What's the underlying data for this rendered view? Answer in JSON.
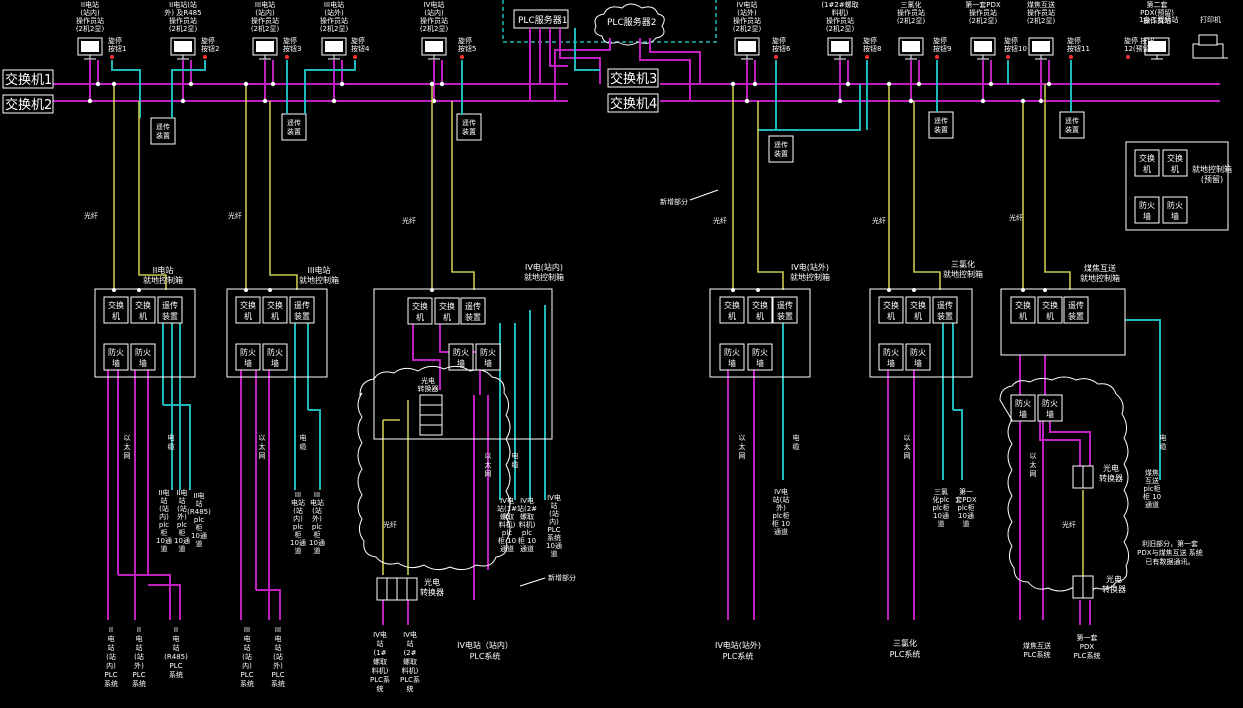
{
  "colors": {
    "background": "#000000",
    "ethernet": "#c020c0",
    "cable": "#20b8b8",
    "fiber": "#c8c850",
    "device": "#ffffff"
  },
  "switches": {
    "s1": "交换机1",
    "s2": "交换机2",
    "s3": "交换机3",
    "s4": "交换机4"
  },
  "servers": {
    "plc1": "PLC服务器1",
    "plc2": "PLC服务器2"
  },
  "stations": {
    "st1": [
      "II电站",
      "(站内)",
      "操作员站",
      "(2机2显)"
    ],
    "st2": [
      "II电站(站",
      "外) 及R485",
      "操作员站",
      "(2机2显)"
    ],
    "st3": [
      "III电站",
      "(站内)",
      "操作员站",
      "(2机2显)"
    ],
    "st4": [
      "III电站",
      "(站外)",
      "操作员站",
      "(2机2显)"
    ],
    "st5": [
      "IV电站",
      "(站内)",
      "操作员站",
      "(2机2显)"
    ],
    "st6": [
      "IV电站",
      "(站外)",
      "操作员站",
      "(2机2显)"
    ],
    "st7": [
      "(1#2#螺取",
      "料机)",
      "操作员站",
      "(2机2显)"
    ],
    "st8": [
      "三氯化",
      "操作员站",
      "(2机2显)"
    ],
    "st9": [
      "第一套PDX",
      "操作员站",
      "(2机2显)"
    ],
    "st10": [
      "煤焦互送",
      "操作员站",
      "(2机2显)"
    ],
    "st11": [
      "第二套",
      "PDX(预留)",
      "操作员站"
    ],
    "eng": "1台工程师站",
    "printer": "打印机"
  },
  "sync_buttons": {
    "b1": [
      "旋停",
      "按钮1"
    ],
    "b2": [
      "旋停",
      "按钮2"
    ],
    "b3": [
      "旋停",
      "按钮3"
    ],
    "b4": [
      "旋停",
      "按钮4"
    ],
    "b5": [
      "旋停",
      "按钮5"
    ],
    "b6": [
      "旋停",
      "按钮6"
    ],
    "b7": [
      "旋停",
      "按钮8"
    ],
    "b8": [
      "旋停",
      "按钮9"
    ],
    "b9": [
      "旋停",
      "按钮10"
    ],
    "b10": [
      "旋停",
      "按钮11"
    ],
    "b11": [
      "旋停 按钮",
      "12(预留)"
    ]
  },
  "labels": {
    "remote_device": [
      "遥传",
      "装置"
    ],
    "switch_dev": [
      "交换",
      "机"
    ],
    "firewall": [
      "防火",
      "墙"
    ],
    "fiber": "光纤",
    "ethernet": [
      "以",
      "太",
      "网"
    ],
    "cable": [
      "电",
      "缆"
    ],
    "new_added": "新增部分",
    "converter": [
      "光电",
      "转换器"
    ],
    "reuse_note": [
      "利旧部分，第一套",
      "PDX与煤焦互送 系统",
      "已有数据通讯。"
    ]
  },
  "cabinets": {
    "c1": [
      "II电站",
      "就地控制箱"
    ],
    "c2": [
      "III电站",
      "就地控制箱"
    ],
    "c3": [
      "IV电(站内)",
      "就地控制箱"
    ],
    "c4": [
      "IV电(站外)",
      "就地控制箱"
    ],
    "c5": [
      "三氯化",
      "就地控制箱"
    ],
    "c6": [
      "煤焦互送",
      "就地控制箱"
    ],
    "c7": [
      "就地控制箱",
      "(预留)"
    ]
  },
  "channels": {
    "ch1": [
      "II电",
      "站",
      "(站",
      "内)",
      "plc",
      "柜",
      "10通",
      "道"
    ],
    "ch2": [
      "II电",
      "站",
      "(站",
      "外)",
      "plc",
      "柜",
      "10通",
      "道"
    ],
    "ch3": [
      "II电",
      "站",
      "(R485)",
      "plc",
      "柜",
      "10通",
      "道"
    ],
    "ch4": [
      "III",
      "电站",
      "(站",
      "内)",
      "plc",
      "柜",
      "10通",
      "道"
    ],
    "ch5": [
      "III",
      "电站",
      "(站",
      "外)",
      "plc",
      "柜",
      "10通",
      "道"
    ],
    "ch6": [
      "IV电",
      "站(1#",
      "螺取",
      "料机)",
      "plc",
      "柜 10",
      "通道"
    ],
    "ch7": [
      "IV电",
      "站(2#",
      "螺取",
      "料机)",
      "plc",
      "柜 10",
      "通道"
    ],
    "ch8": [
      "IV电",
      "站",
      "(站",
      "内)",
      "PLC",
      "系统",
      "10通",
      "道"
    ],
    "ch9": [
      "IV电",
      "站(站",
      "外)",
      "plc柜",
      "柜 10",
      "通道"
    ],
    "ch10": [
      "三氯",
      "化plc",
      "plc柜",
      "10通",
      "道"
    ],
    "ch11": [
      "第一",
      "套PDX",
      "plc柜",
      "10通",
      "道"
    ],
    "ch12": [
      "煤焦",
      "互送",
      "plc柜",
      "柜 10",
      "通道"
    ]
  },
  "plc_systems": {
    "p1": [
      "II",
      "电",
      "站",
      "(站",
      "内)",
      "PLC",
      "系统"
    ],
    "p2": [
      "II",
      "电",
      "站",
      "(站",
      "外)",
      "PLC",
      "系统"
    ],
    "p3": [
      "II",
      "电",
      "站",
      "(R485)",
      "PLC",
      "系统"
    ],
    "p4": [
      "III",
      "电",
      "站",
      "(站",
      "内)",
      "PLC",
      "系统"
    ],
    "p5": [
      "III",
      "电",
      "站",
      "(站",
      "外)",
      "PLC",
      "系统"
    ],
    "p6": [
      "IV电",
      "站",
      "(1#",
      "螺取",
      "料机)",
      "PLC系",
      "统"
    ],
    "p7": [
      "IV电",
      "站",
      "(2#",
      "螺取",
      "料机)",
      "PLC系",
      "统"
    ],
    "p8": [
      "IV电站（站内）",
      "PLC系统"
    ],
    "p9": [
      "IV电站(站外)",
      "PLC系统"
    ],
    "p10": [
      "三氯化",
      "PLC系统"
    ],
    "p11": [
      "煤焦互送",
      "PLC系统"
    ],
    "p12": [
      "第一套",
      "PDX",
      "PLC系统"
    ]
  }
}
